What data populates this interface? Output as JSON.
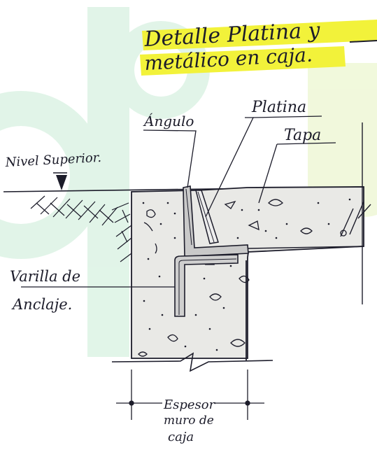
{
  "title": {
    "line1": "Detalle Platina y",
    "line2": "metálico en caja."
  },
  "labels": {
    "angulo": "Ángulo",
    "platina": "Platina",
    "tapa": "Tapa",
    "nivel_superior": "Nivel Superior.",
    "varilla_line1": "Varilla de",
    "varilla_line2": "Anclaje.",
    "espesor_line1": "Espesor",
    "espesor_line2": "muro de",
    "espesor_line3": "caja"
  },
  "colors": {
    "highlight": "#f2f23a",
    "ink": "#1c1c2a",
    "concrete": "#e9e9e6",
    "watermark_green": "#c9ecd6",
    "watermark_lime": "#e6f4c0",
    "steel": "#c9c9c9"
  }
}
